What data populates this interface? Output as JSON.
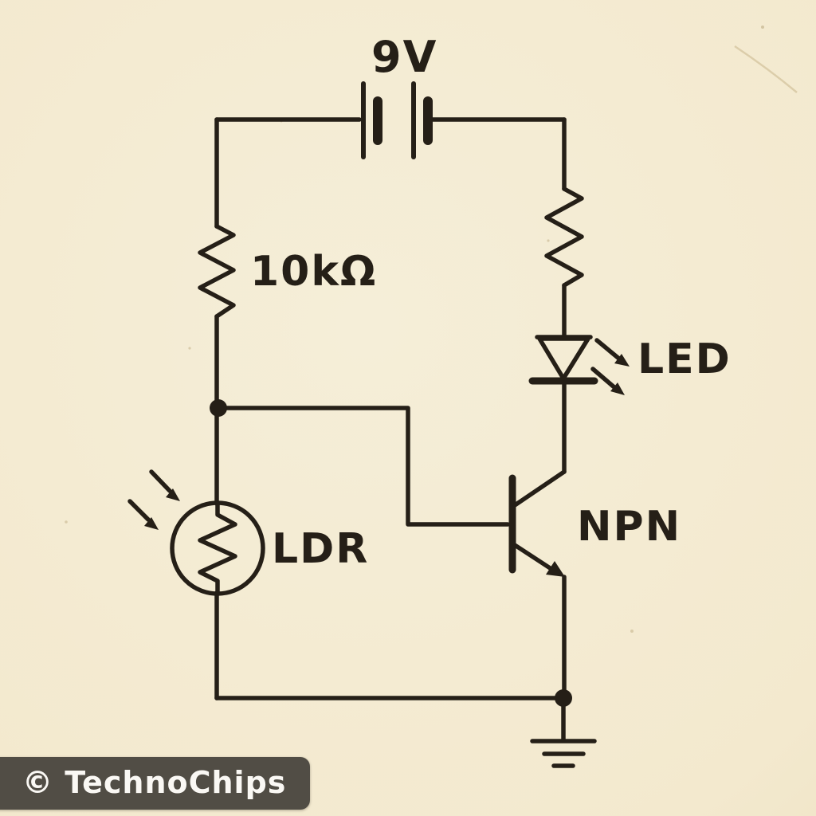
{
  "colors": {
    "paper": "#f3e9ce",
    "paper_edge": "#e7d5af",
    "ink": "#251f17",
    "watermark_bg": "#514d45",
    "watermark_text": "#faf8f4"
  },
  "labels": {
    "battery_voltage": "9V",
    "base_resistor_value": "10kΩ",
    "led": "LED",
    "transistor": "NPN",
    "ldr": "LDR"
  },
  "watermark": {
    "text": "© TechnoChips"
  },
  "components": [
    {
      "name": "battery",
      "type": "battery-2-cell",
      "label": "9V"
    },
    {
      "name": "base-resistor",
      "type": "resistor",
      "label": "10kΩ"
    },
    {
      "name": "collector-resistor",
      "type": "resistor",
      "label": ""
    },
    {
      "name": "led",
      "type": "led",
      "label": "LED"
    },
    {
      "name": "transistor",
      "type": "npn-transistor",
      "label": "NPN"
    },
    {
      "name": "ldr",
      "type": "light-dependent-resistor",
      "label": "LDR"
    },
    {
      "name": "ground",
      "type": "earth-ground",
      "label": ""
    }
  ]
}
